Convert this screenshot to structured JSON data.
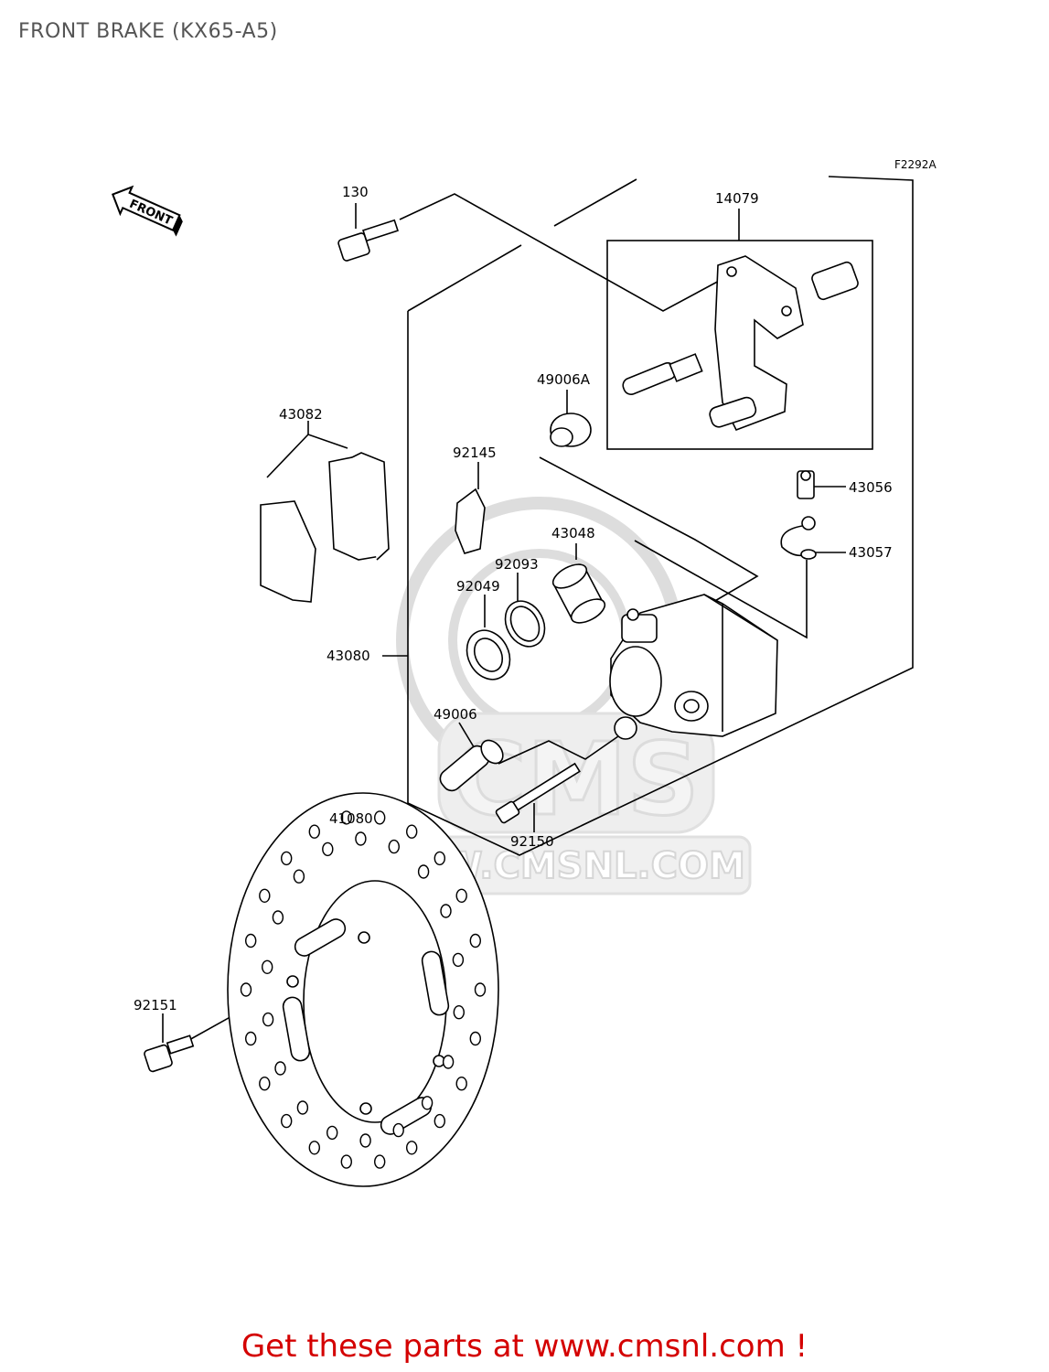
{
  "title": "FRONT BRAKE (KX65-A5)",
  "figure_code": "F2292A",
  "front_arrow_label": "FRONT",
  "watermark": {
    "logo_text": "CMS",
    "url_text": "WWW.CMSNL.COM"
  },
  "parts": [
    {
      "id": "p130",
      "label": "130"
    },
    {
      "id": "p14079",
      "label": "14079"
    },
    {
      "id": "p49006a",
      "label": "49006A"
    },
    {
      "id": "p43082",
      "label": "43082"
    },
    {
      "id": "p92145",
      "label": "92145"
    },
    {
      "id": "p43056",
      "label": "43056"
    },
    {
      "id": "p43048",
      "label": "43048"
    },
    {
      "id": "p92093",
      "label": "92093"
    },
    {
      "id": "p43057",
      "label": "43057"
    },
    {
      "id": "p92049",
      "label": "92049"
    },
    {
      "id": "p43080",
      "label": "43080"
    },
    {
      "id": "p49006",
      "label": "49006"
    },
    {
      "id": "p41080",
      "label": "41080"
    },
    {
      "id": "p92150",
      "label": "92150"
    },
    {
      "id": "p92151",
      "label": "92151"
    }
  ],
  "cta_text": "Get these parts at www.cmsnl.com !",
  "colors": {
    "ink": "#000000",
    "title": "#555555",
    "cta": "#d40000",
    "watermark": "#e6e6e6"
  }
}
